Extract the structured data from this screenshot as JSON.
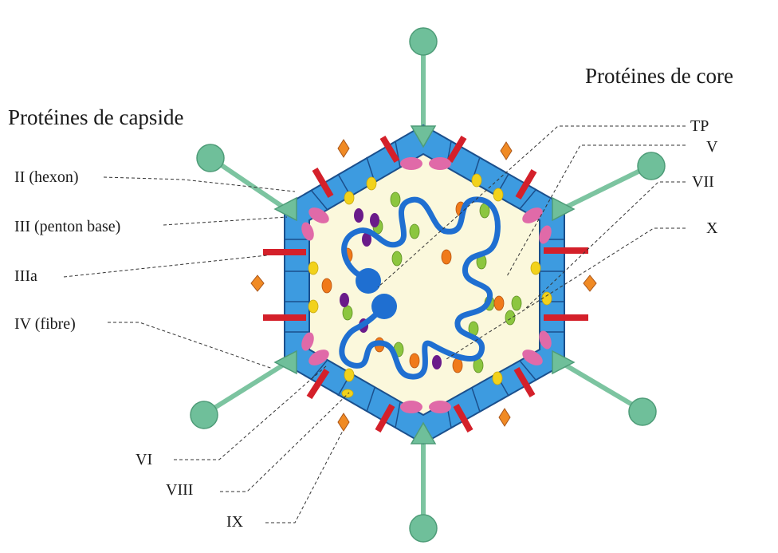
{
  "headings": {
    "capsid": "Protéines de capside",
    "core": "Protéines de core"
  },
  "labels": {
    "hexon": "II (hexon)",
    "penton_base": "III (penton base)",
    "iiia": "IIIa",
    "fibre": "IV (fibre)",
    "vi": "VI",
    "viii": "VIII",
    "ix": "IX",
    "tp": "TP",
    "v": "V",
    "vii": "VII",
    "x": "X"
  },
  "colors": {
    "capsid_hexon": "#3d9be0",
    "capsid_outline": "#1b4f8c",
    "penton": "#6fbf9a",
    "fibre": "#7cc4a0",
    "iiia_bar": "#d4202a",
    "ix_diamond": "#f08a24",
    "core_fill": "#fbf8dc",
    "vi_pink": "#e06aa8",
    "dna": "#1f6fd1",
    "tp": "#1f6fd1",
    "v_green": "#8cc63f",
    "vii_orange": "#f07a1a",
    "x_purple": "#6a1b8a",
    "viii_yellow": "#f2d21b"
  }
}
